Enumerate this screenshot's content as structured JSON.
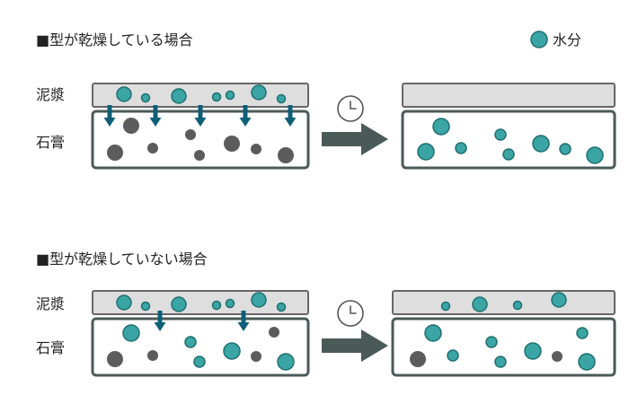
{
  "legend": {
    "label": "水分",
    "color": "#3aa5a4"
  },
  "sections": [
    {
      "title": "■型が乾燥している場合"
    },
    {
      "title": "■型が乾燥していない場合"
    }
  ],
  "labels": {
    "slurry": "泥漿",
    "plaster": "石膏"
  },
  "colors": {
    "water": "#3aa5a4",
    "solid": "#5c5c5c",
    "arrow": "#0f5f78",
    "frame": "#4a5a58"
  }
}
